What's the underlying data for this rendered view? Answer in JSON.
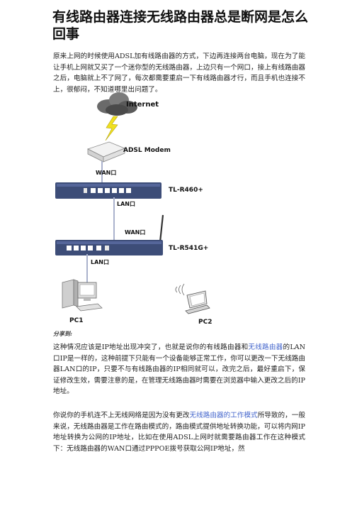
{
  "title": "有线路由器连接无线路由器总是断网是怎么回事",
  "intro": "原来上网的时候使用ADSL加有线路由器的方式，下边再连接两台电脑，现在为了能让手机上网就又买了一个迷你型的无线路由器，上边只有一个网口，接上有线路由器之后，电脑就上不了网了，每次都需要重启一下有线路由器才行，而且手机也连接不上，很郁闷，不知道哪里出问题了。",
  "diagram": {
    "internet": "Internet",
    "modem": "ADSL Modem",
    "wan1": "WAN口",
    "router1": "TL-R460+",
    "lan1": "LAN口",
    "wan2": "WAN口",
    "router2": "TL-R541G+",
    "lan2": "LAN口",
    "pc1": "PC1",
    "pc2": "PC2"
  },
  "share_label": "分享到:",
  "para1": {
    "a": "这种情况应该是IP地址出现冲突了，也就是说你的有线路由器和",
    "link": "无线路由器",
    "b": "的LAN口IP是一样的，这种前提下只能有一个设备能够正常工作，你可以更改一下无线路由器LAN口的IP，只要不与有线路由器的IP相同就可以，改完之后，最好重启下，保证修改生效，需要注意的是，在管理无线路由器时需要在浏览器中输入更改之后的IP地址。"
  },
  "para2": {
    "a": "你说你的手机连不上无线网络是因为没有更改",
    "link": "无线路由器的工作模式",
    "b": "所导致的，一般来说，无线路由器是工作在路由模式的，路由模式提供地址转换功能，可以将内网IP地址转换为公网的IP地址，比如在使用ADSL上网时就需要路由器工作在这种模式下：无线路由器的WAN口通过PPPOE拨号获取公网IP地址，然"
  },
  "colors": {
    "link": "#4466cc",
    "cable": "#aab2cc",
    "router": "#3d4d78",
    "bolt": "#f0e020"
  }
}
